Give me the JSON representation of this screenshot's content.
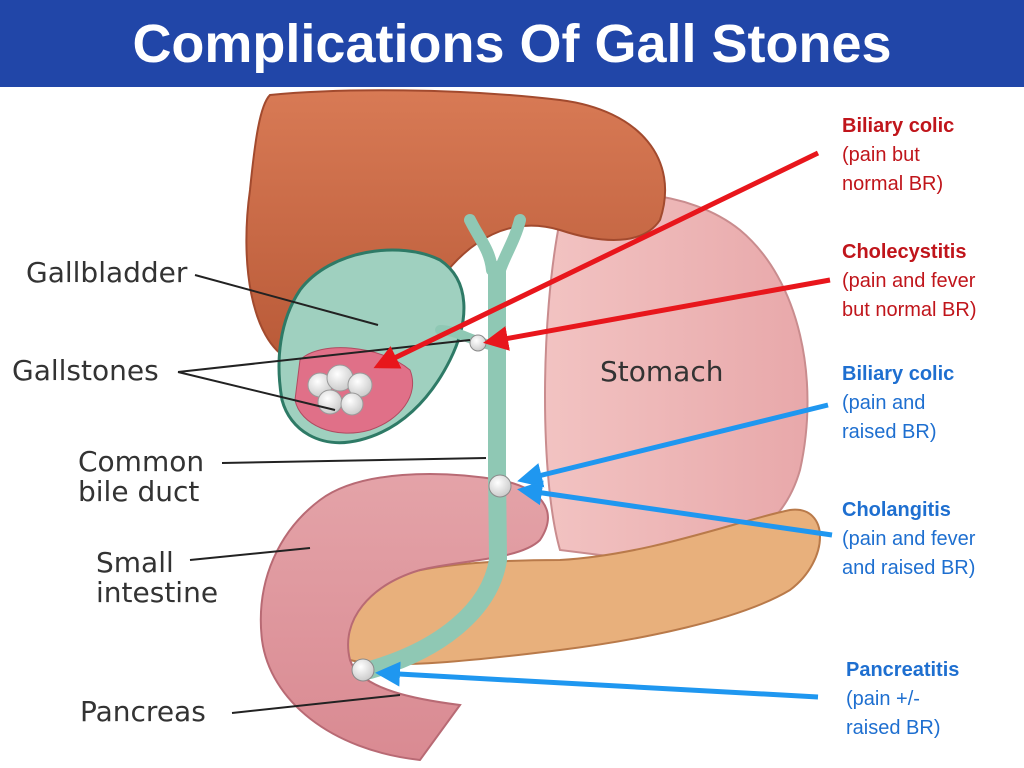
{
  "title": "Complications Of Gall Stones",
  "colors": {
    "title_bg": "#2146a8",
    "red_arrow": "#e8161c",
    "blue_arrow": "#1f97f0",
    "red_text": "#c0151b",
    "blue_text": "#1e6fd0"
  },
  "anatomy_labels": {
    "gallbladder": "Gallbladder",
    "gallstones": "Gallstones",
    "common_bile_duct_1": "Common",
    "common_bile_duct_2": "bile duct",
    "small_intestine_1": "Small",
    "small_intestine_2": "intestine",
    "pancreas": "Pancreas",
    "stomach": "Stomach"
  },
  "complications": [
    {
      "name": "Biliary colic",
      "desc": "(pain but\nnormal BR)",
      "color": "red"
    },
    {
      "name": "Cholecystitis",
      "desc": "(pain and fever\nbut normal BR)",
      "color": "red"
    },
    {
      "name": "Biliary colic",
      "desc": "(pain and\nraised BR)",
      "color": "blue"
    },
    {
      "name": "Cholangitis",
      "desc": "(pain and fever\nand raised BR)",
      "color": "blue"
    },
    {
      "name": "Pancreatitis",
      "desc": "(pain +/-\nraised BR)",
      "color": "blue"
    }
  ]
}
